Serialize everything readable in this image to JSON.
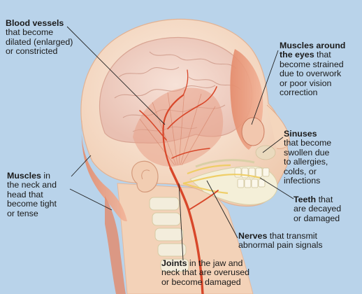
{
  "labels": {
    "blood_vessels": {
      "term": "Blood vessels",
      "line1": "that become",
      "line2": "dilated (enlarged)",
      "line3": "or constricted"
    },
    "muscles_eyes": {
      "term_line1": "Muscles around",
      "term_line2": "the eyes",
      "line1_rest": "that",
      "line2": "become strained",
      "line3": "due to overwork",
      "line4": "or poor vision",
      "line5": "correction"
    },
    "sinuses": {
      "term": "Sinuses",
      "line1": "that become",
      "line2": "swollen due",
      "line3": "to allergies,",
      "line4": "colds, or",
      "line5": "infections"
    },
    "muscles_neck": {
      "term": "Muscles",
      "term_rest": "in",
      "line1": "the neck and",
      "line2": "head that",
      "line3": "become tight",
      "line4": "or tense"
    },
    "teeth": {
      "term": "Teeth",
      "term_rest": "that",
      "line1": "are decayed",
      "line2": "or damaged"
    },
    "nerves": {
      "term": "Nerves",
      "term_rest": "that transmit",
      "line1": "abnormal pain signals"
    },
    "joints": {
      "term": "Joints",
      "term_rest": "in the jaw and",
      "line1": "neck that are overused",
      "line2": "or become damaged"
    }
  },
  "colors": {
    "background": "#b9d3ea",
    "skin": "#f6dcc4",
    "brain": "#f1d3c6",
    "muscle": "#e08a6c",
    "vessel": "#d8472a",
    "bone": "#f4efd8",
    "nerve": "#f1d36a",
    "leader_line": "#222222"
  }
}
